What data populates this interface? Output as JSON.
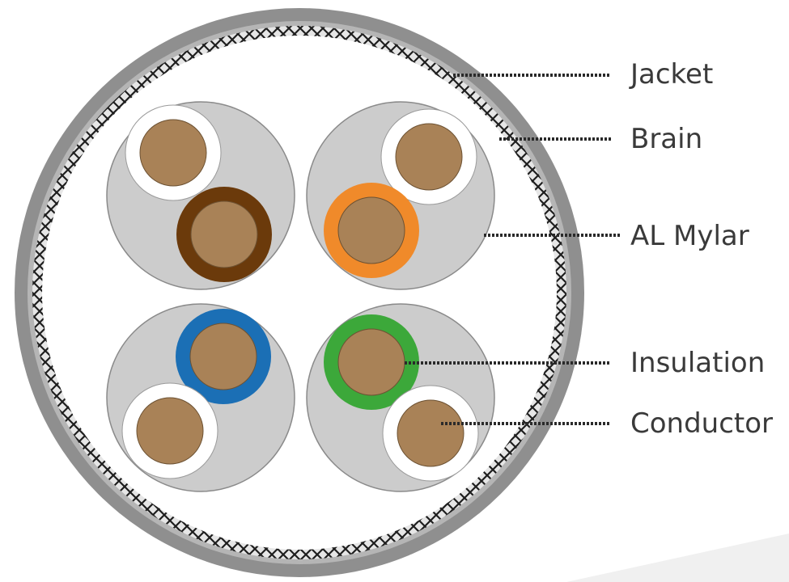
{
  "labels": {
    "jacket": "Jacket",
    "brain": "Brain",
    "al_mylar": "AL Mylar",
    "insulation": "Insulation",
    "conductor": "Conductor"
  },
  "colors": {
    "jacket": "#8f8f8f",
    "braid_light": "#e8e8e8",
    "braid_dark": "#222222",
    "mylar_fill": "#cccccc",
    "conductor": "#a98257",
    "pair_brown": "#6b3a0b",
    "pair_orange": "#f08a2a",
    "pair_blue": "#1b6fb5",
    "pair_green": "#3ca83a",
    "label_text": "#3a3a3a"
  }
}
